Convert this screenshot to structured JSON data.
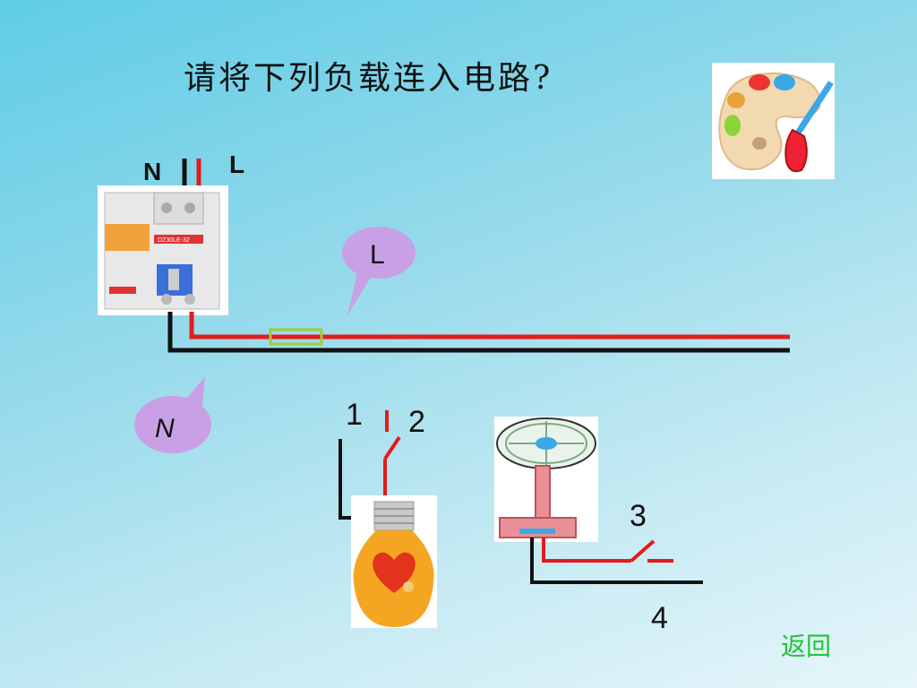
{
  "title": "请将下列负载连入电路?",
  "labels": {
    "n_top": "N",
    "l_top": "L",
    "bubble_l": "L",
    "bubble_n": "N",
    "num1": "1",
    "num2": "2",
    "num3": "3",
    "num4": "4"
  },
  "breaker": {
    "model": "DZ30LE-32"
  },
  "nav": {
    "back_label": "返回"
  },
  "colors": {
    "live_wire": "#e31b1b",
    "neutral_wire": "#111111",
    "fuse": "#9ccc3a",
    "bubble": "#c9a0e6",
    "back_link": "#22c33a"
  }
}
